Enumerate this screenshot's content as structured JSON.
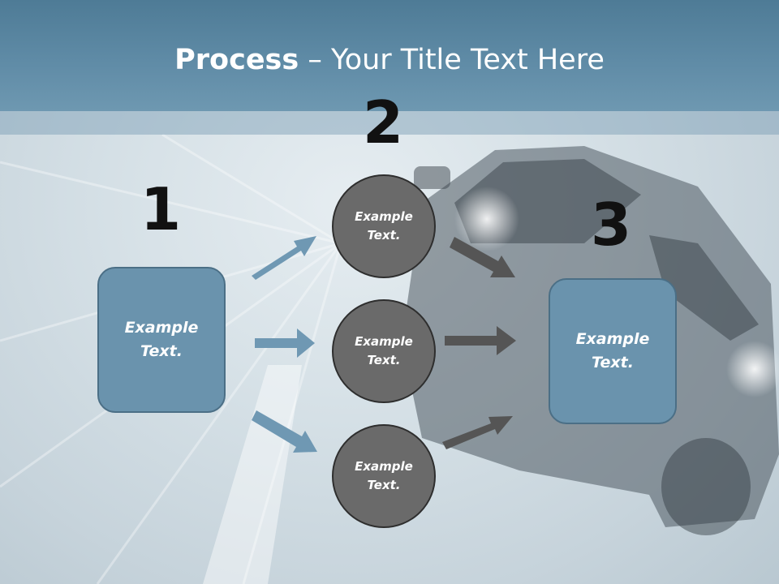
{
  "slide": {
    "title_bold": "Process",
    "title_rest": " – Your Title Text Here",
    "steps": [
      {
        "number": "1",
        "text_line1": "Example",
        "text_line2": "Text."
      },
      {
        "number": "2",
        "text_line1": "Example",
        "text_line2": "Text."
      },
      {
        "number": "3",
        "text_line1": "Example",
        "text_line2": "Text."
      }
    ],
    "circles": [
      {
        "text_line1": "Example",
        "text_line2": "Text."
      },
      {
        "text_line1": "Example",
        "text_line2": "Text."
      },
      {
        "text_line1": "Example",
        "text_line2": "Text."
      }
    ],
    "colors": {
      "header": "#5f8ba6",
      "box_fill": "#6a93ad",
      "circle_fill": "#6a6a6a",
      "blue_arrow": "#6f98b3",
      "gray_arrow": "#555555"
    }
  }
}
